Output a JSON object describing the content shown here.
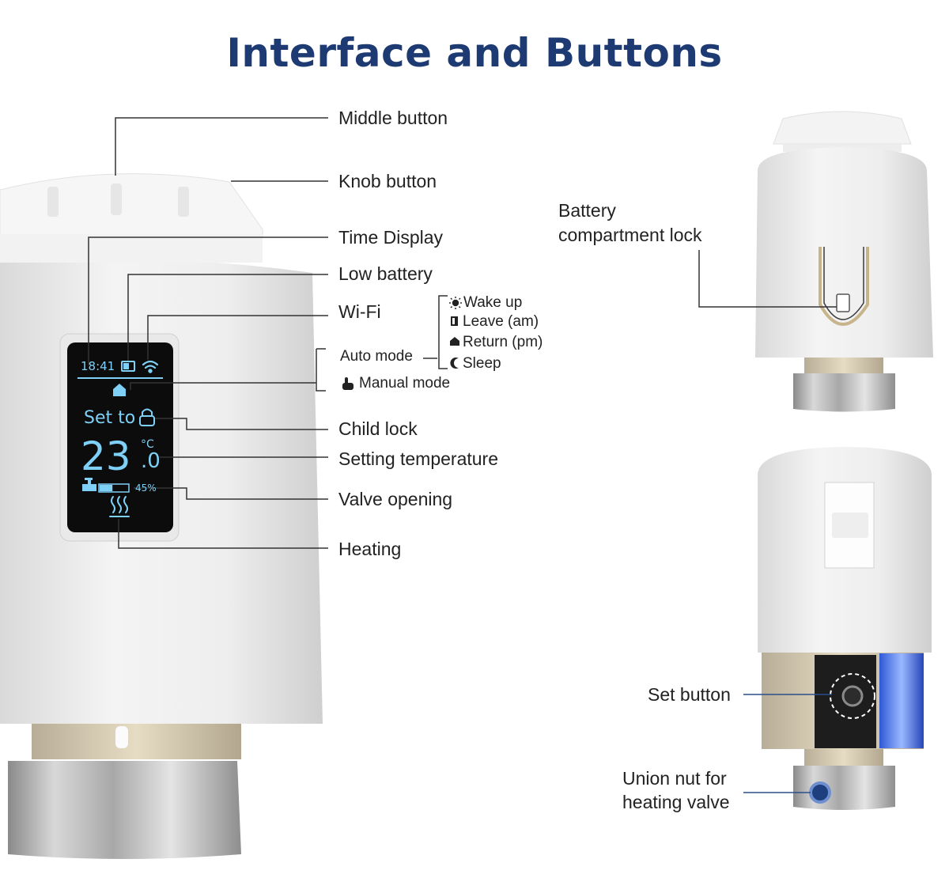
{
  "title": "Interface and Buttons",
  "labels": {
    "middle_button": "Middle button",
    "knob_button": "Knob button",
    "time_display": "Time Display",
    "low_battery": "Low battery",
    "wifi": "Wi-Fi",
    "auto_mode": "Auto mode",
    "manual_mode": "Manual mode",
    "child_lock": "Child lock",
    "setting_temperature": "Setting temperature",
    "valve_opening": "Valve opening",
    "heating": "Heating",
    "battery_lock_line1": "Battery",
    "battery_lock_line2": "compartment lock",
    "set_button": "Set button",
    "union_nut_line1": "Union nut for",
    "union_nut_line2": "heating valve"
  },
  "auto_modes": [
    {
      "icon": "sun-icon",
      "label": "Wake up"
    },
    {
      "icon": "door-icon",
      "label": "Leave (am)"
    },
    {
      "icon": "house-icon",
      "label": "Return (pm)"
    },
    {
      "icon": "moon-icon",
      "label": "Sleep"
    }
  ],
  "screen": {
    "time": "18:41",
    "set_to": "Set to",
    "temp_int": "23",
    "temp_dec": ".0",
    "unit": "°C",
    "valve_percent_text": "45%",
    "valve_fraction": 0.45
  },
  "colors": {
    "title": "#1d3a73",
    "lcd": "#7fd0f7",
    "callout_line": "#333333",
    "callout_blue": "#2b4f8a"
  }
}
